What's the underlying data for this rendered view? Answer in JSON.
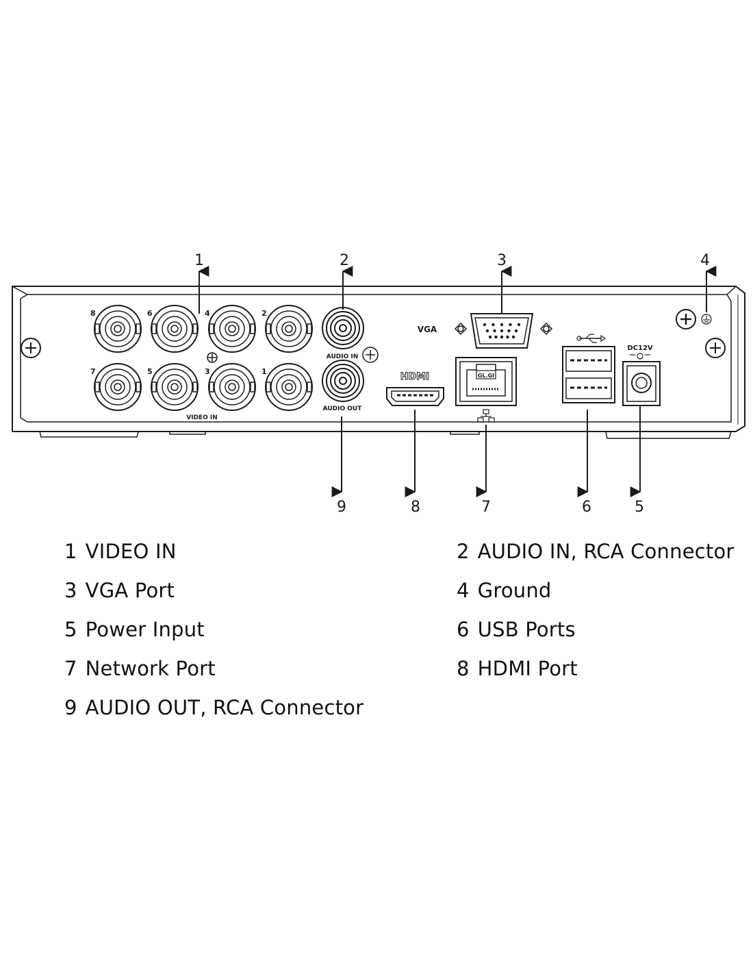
{
  "callouts": [
    {
      "num": "1"
    },
    {
      "num": "2"
    },
    {
      "num": "3"
    },
    {
      "num": "4"
    },
    {
      "num": "5"
    },
    {
      "num": "6"
    },
    {
      "num": "7"
    },
    {
      "num": "8"
    },
    {
      "num": "9"
    }
  ],
  "panel_labels": {
    "video_in": "VIDEO IN",
    "audio_in": "AUDIO IN",
    "audio_out": "AUDIO OUT",
    "vga": "VGA",
    "hdmi": "HDMI",
    "network_badge": "GL.GI",
    "power": "DC12V",
    "bnc_numbers": [
      "8",
      "6",
      "4",
      "2",
      "7",
      "5",
      "3",
      "1"
    ]
  },
  "legend": [
    {
      "num": "1",
      "label": "VIDEO IN"
    },
    {
      "num": "2",
      "label": "AUDIO IN, RCA Connector"
    },
    {
      "num": "3",
      "label": "VGA Port"
    },
    {
      "num": "4",
      "label": "Ground"
    },
    {
      "num": "5",
      "label": "Power Input"
    },
    {
      "num": "6",
      "label": "USB Ports"
    },
    {
      "num": "7",
      "label": "Network Port"
    },
    {
      "num": "8",
      "label": "HDMI Port"
    },
    {
      "num": "9",
      "label": "AUDIO OUT, RCA Connector"
    }
  ],
  "colors": {
    "line": "#1a1a1a",
    "background": "#ffffff"
  }
}
